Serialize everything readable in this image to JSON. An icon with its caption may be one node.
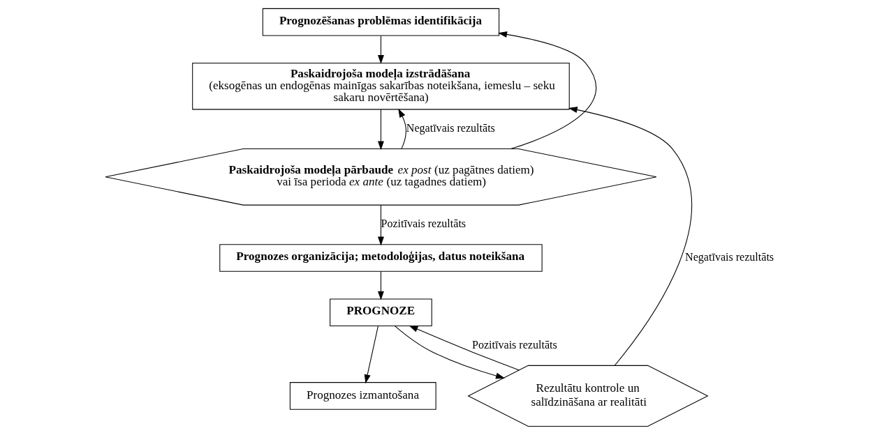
{
  "diagram": {
    "nodes": [
      {
        "text": [
          "Prognozēšanas problēmas identifikācija"
        ]
      },
      {
        "text": [
          "Paskaidrojoša modeļa izstrādāšana",
          "(eksogēnas un endogēnas mainīgas sakarības noteikšana, iemeslu – seku sakaru novērtēšana)"
        ]
      },
      {
        "text": [
          "**Paskaidrojoša modeļa pārbaude** *ex post* (uz pagātnes datiem) vai īsa perioda *ex ante* (uz tagadnes datiem)"
        ]
      },
      {
        "text": [
          "Prognozes organizācija; metodoloģijas, datus noteikšana"
        ]
      },
      {
        "text": [
          "PROGNOZE"
        ]
      },
      {
        "text": [
          "Prognozes izmantošana"
        ]
      },
      {
        "text": [
          "Rezultātu kontrole un salīdzināšana ar realitāti"
        ]
      }
    ],
    "edges": [
      {
        "from": 0,
        "to": 1,
        "arrow": "to"
      },
      {
        "from": 1,
        "to": 2,
        "arrow": "to"
      },
      {
        "from": 2,
        "to": 1,
        "arrow": "to",
        "label": "Negatīvais rezultāts"
      },
      {
        "from": 2,
        "to": 0,
        "arrow": "to"
      },
      {
        "from": 2,
        "to": 3,
        "arrow": "to",
        "label": "Pozitīvais rezultāts"
      },
      {
        "from": 3,
        "to": 4,
        "arrow": "to"
      },
      {
        "from": 4,
        "to": 5,
        "arrow": "to"
      },
      {
        "from": 4,
        "to": 6,
        "arrow": "to"
      },
      {
        "from": 6,
        "to": 4,
        "arrow": "to",
        "label": "Pozitīvais rezultāts"
      },
      {
        "from": 6,
        "to": 1,
        "arrow": "to",
        "label": "Negatīvais rezultāts"
      }
    ]
  }
}
